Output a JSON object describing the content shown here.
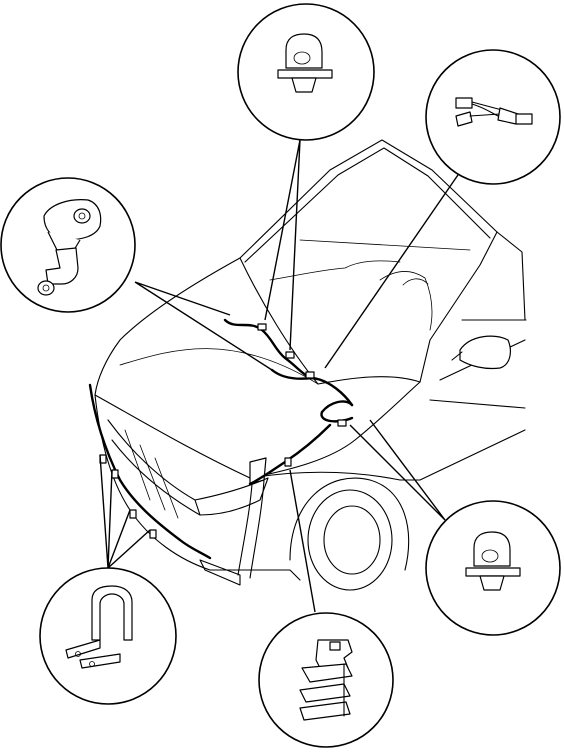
{
  "figure": {
    "background": "#ffffff",
    "ink": "#000000",
    "callouts": [
      {
        "id": "clip-top",
        "part_icon": "wiring-clip-icon"
      },
      {
        "id": "connector-top-right",
        "part_icon": "hose-connector-icon"
      },
      {
        "id": "washer-nozzle",
        "part_icon": "washer-nozzle-icon"
      },
      {
        "id": "clip-right",
        "part_icon": "wiring-clip-icon"
      },
      {
        "id": "clamp-bottom",
        "part_icon": "hose-clamp-icon"
      },
      {
        "id": "bracket-bottom",
        "part_icon": "hose-bracket-icon"
      }
    ]
  }
}
